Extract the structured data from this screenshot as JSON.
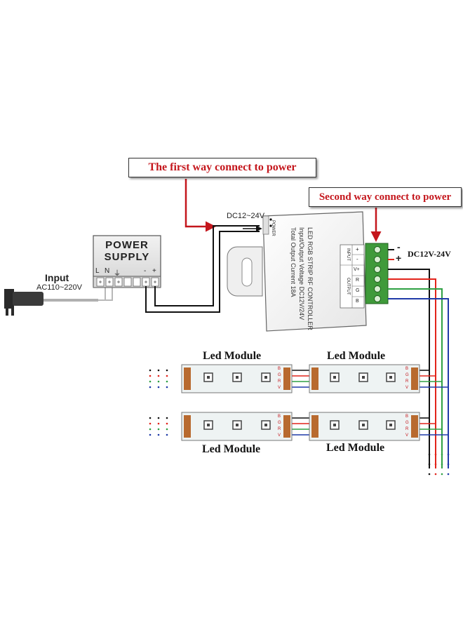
{
  "callouts": {
    "first_way": "The first way connect to power",
    "second_way": "Second way connect to power"
  },
  "power_supply": {
    "title_line1": "POWER",
    "title_line2": "SUPPLY",
    "terminals": [
      "L",
      "N",
      "⏚",
      "-",
      "+"
    ]
  },
  "input": {
    "label": "Input",
    "voltage": "AC110~220V"
  },
  "controller": {
    "dc_label": "DC12~24V",
    "power_port": "POWER",
    "text_line1": "LED RGB STRIP RF CONTROLLER",
    "text_line2": "Input/Output Voltage DC12V/24V",
    "text_line3": "Total Output Current 18A",
    "input_header": "INPUT",
    "output_header": "OUTPUT",
    "input_pins": [
      "+",
      "-"
    ],
    "output_pins": [
      "V+",
      "R",
      "G",
      "B"
    ]
  },
  "terminal_block": {
    "minus": "-",
    "plus": "+",
    "voltage": "DC12V-24V",
    "color": "#3f9a3a"
  },
  "modules": {
    "top_left": "Led Module",
    "top_right": "Led Module",
    "bottom_left": "Led Module",
    "bottom_right": "Led Module",
    "pad_marks": [
      "B",
      "G",
      "R",
      "V"
    ]
  },
  "colors": {
    "callout_text": "#c4161c",
    "arrow": "#c4161c",
    "wire_red": "#e2231a",
    "wire_green": "#2ea043",
    "wire_blue": "#1f3aa8",
    "wire_black": "#111111"
  }
}
